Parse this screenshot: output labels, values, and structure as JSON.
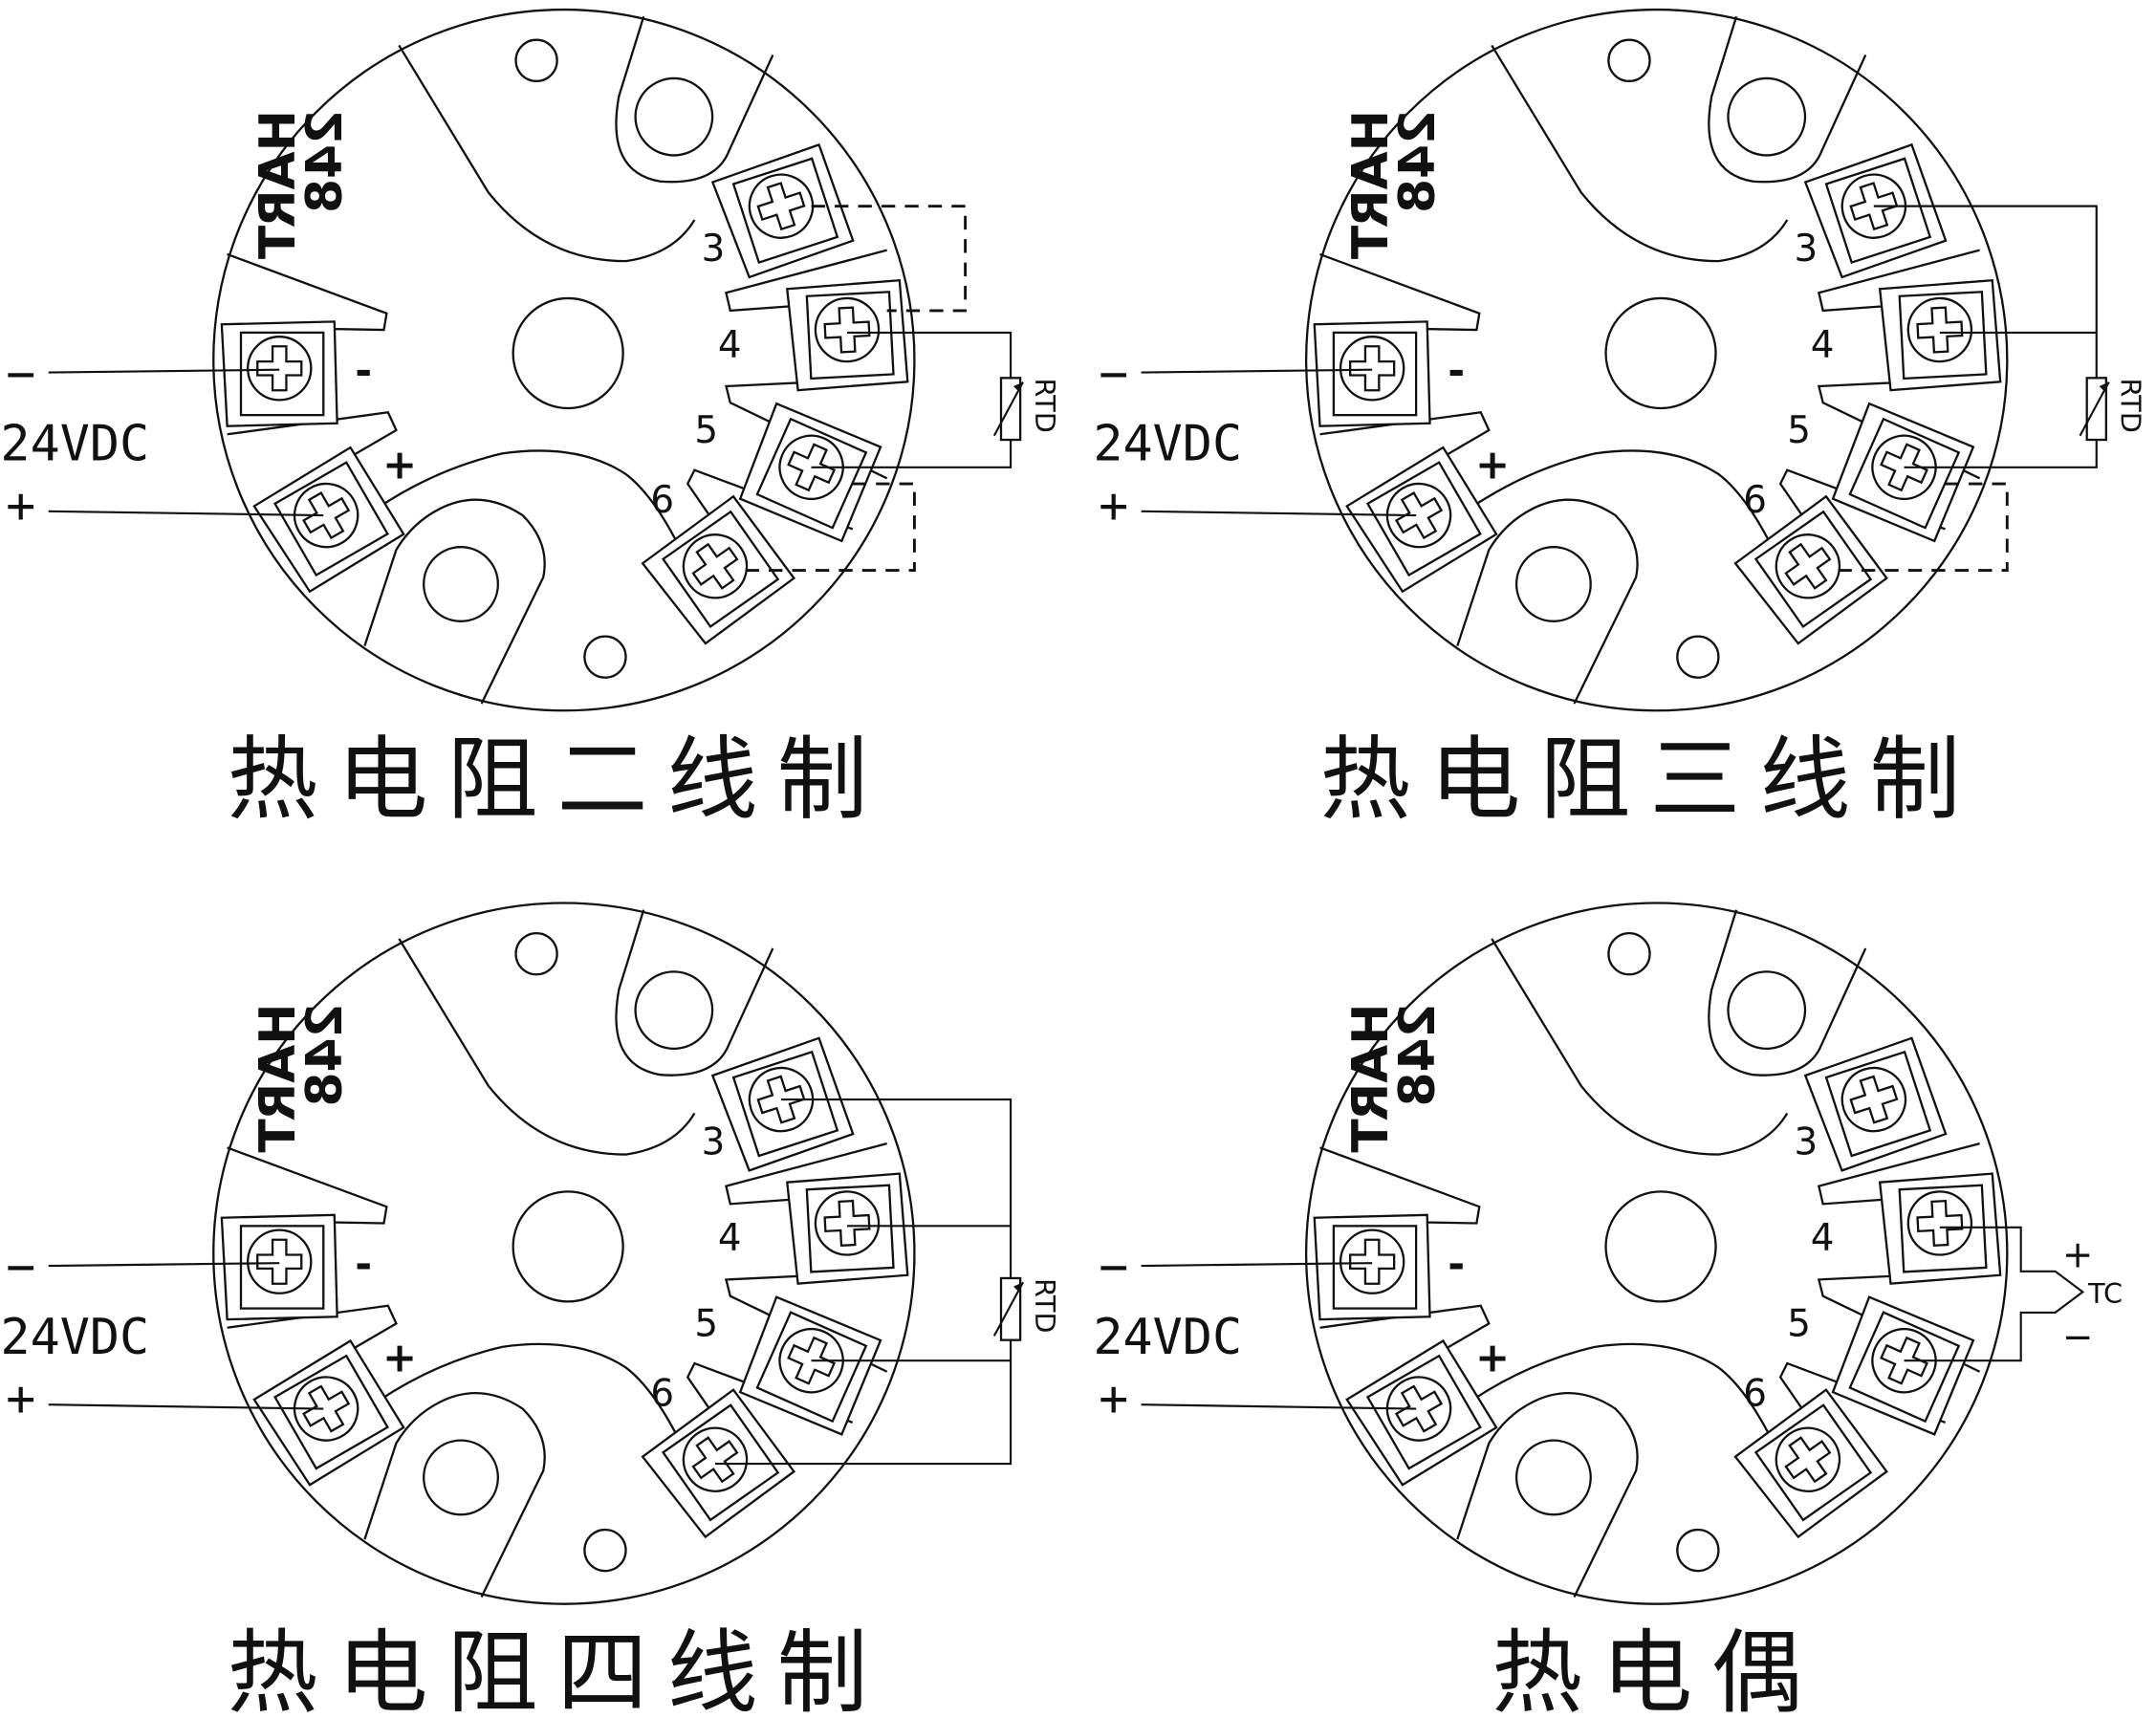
{
  "model": {
    "line1": "HART",
    "line2": "248"
  },
  "supply": {
    "label": "24VDC",
    "minus": "−",
    "plus": "+"
  },
  "terminal_polarity": {
    "minus": "-",
    "plus": "+"
  },
  "terminal_numbers": [
    "3",
    "4",
    "5",
    "6"
  ],
  "panels": [
    {
      "title": "热电阻二线制",
      "sensor_label": "RTD",
      "wiring": "rtd-2-wire"
    },
    {
      "title": "热电阻三线制",
      "sensor_label": "RTD",
      "wiring": "rtd-3-wire"
    },
    {
      "title": "热电阻四线制",
      "sensor_label": "RTD",
      "wiring": "rtd-4-wire"
    },
    {
      "title": "热电偶",
      "sensor_label": "TC",
      "wiring": "thermocouple",
      "plus": "+",
      "minus": "−"
    }
  ],
  "colors": {
    "line": "#111111",
    "background": "#ffffff"
  }
}
